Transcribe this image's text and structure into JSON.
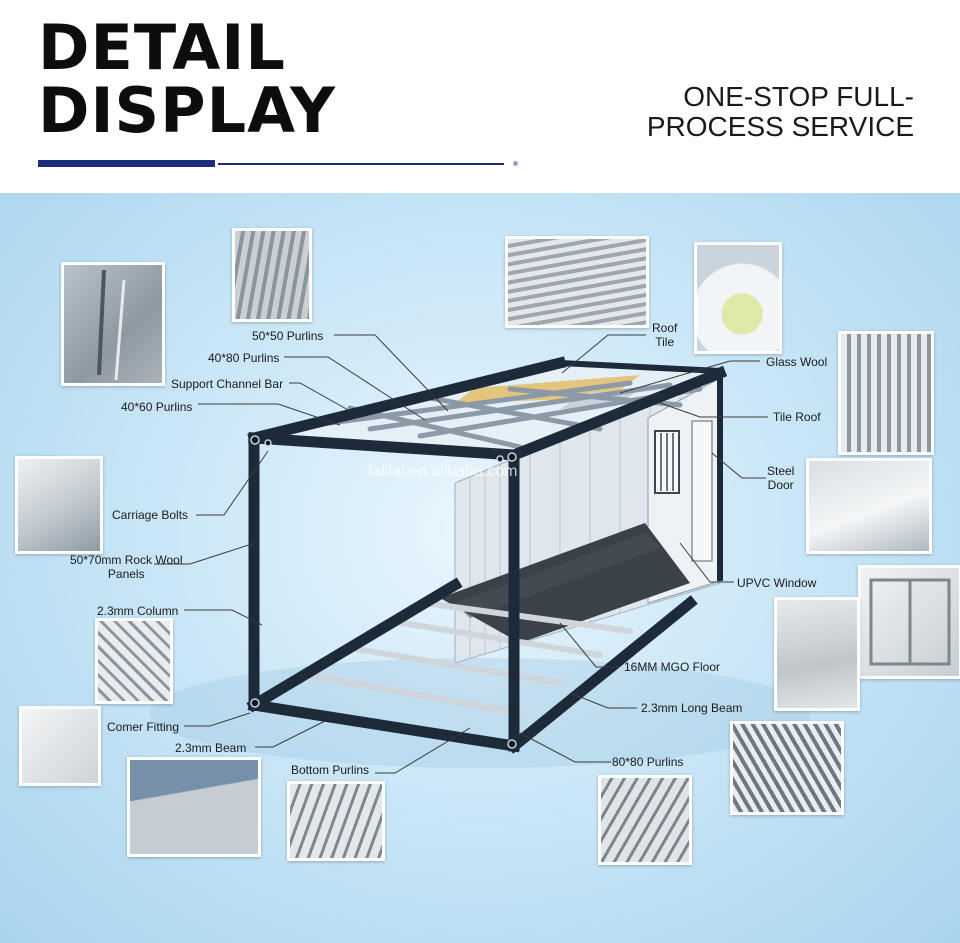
{
  "header": {
    "title_line1": "DETAIL",
    "title_line2": "DISPLAY",
    "tagline_line1": "ONE-STOP FULL-",
    "tagline_line2": "PROCESS SERVICE",
    "accent_color": "#1e2b7a"
  },
  "watermark": "falilai.en.alibaba.com",
  "labels": {
    "purlins_50": "50*50 Purlins",
    "purlins_40x80": "40*80 Purlins",
    "support_channel_bar": "Support Channel Bar",
    "purlins_40x60": "40*60 Purlins",
    "carriage_bolts": "Carriage Bolts",
    "rock_wool_panels": "50*70mm Rock Wool\nPanels",
    "column": "2.3mm Column",
    "corner_fitting": "Comer Fitting",
    "beam": "2.3mm Beam",
    "bottom_purlins": "Bottom Purlins",
    "roof_tile": "Roof\nTile",
    "glass_wool": "Glass Wool",
    "tile_roof": "Tile Roof",
    "steel_door": "Steel\nDoor",
    "upvc_window": "UPVC Window",
    "mgo_floor": "16MM MGO Floor",
    "long_beam": "2.3mm Long Beam",
    "purlins_80": "80*80 Purlins"
  },
  "colors": {
    "frame": "#1c2a3a",
    "background": "#cbe7f7",
    "leader_line": "#3a3a3a"
  }
}
